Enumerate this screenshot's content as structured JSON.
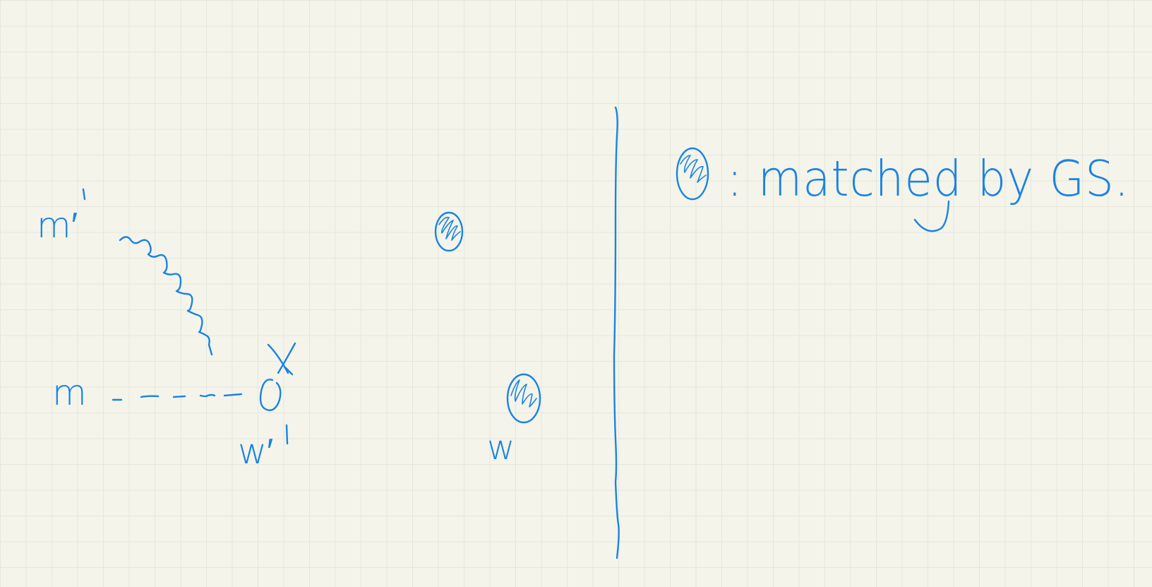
{
  "labels": {
    "left_top": "m′",
    "left_bottom": "m",
    "bottom_vertex": "w′",
    "right_bottom": "w"
  },
  "legend": {
    "text": ": matched by GS."
  },
  "colors": {
    "ink": "#1a83e2",
    "paper": "#f4f4ea",
    "grid": "#e4e7dc"
  },
  "marks": {
    "vertex_cross": "X",
    "matched_marker_icon": "hatched-oval-icon"
  }
}
